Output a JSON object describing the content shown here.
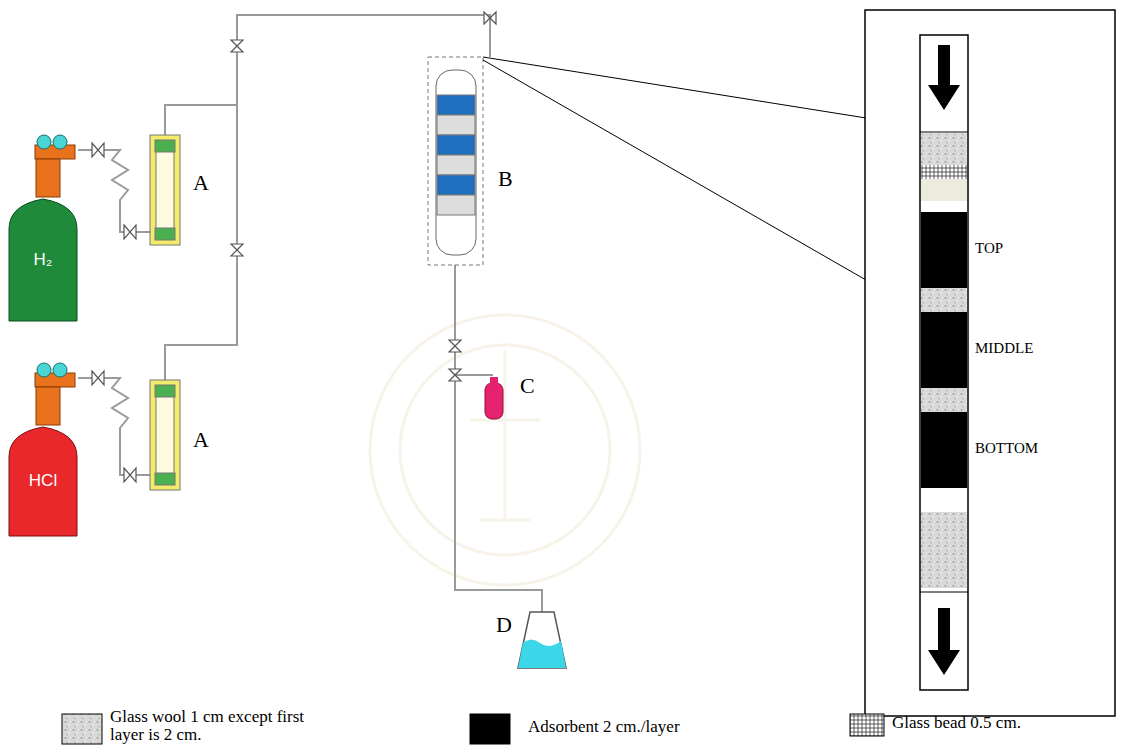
{
  "diagram": {
    "nodes": [
      {
        "text": [
          "H₂"
        ]
      },
      {
        "text": [
          "HCl"
        ]
      }
    ],
    "labels": [
      "A",
      "A",
      "B",
      "C",
      "D",
      "TOP",
      "MIDDLE",
      "BOTTOM"
    ],
    "legend": [
      {
        "text": "Glass wool 1 cm except first layer is 2 cm."
      },
      {
        "text": "Adsorbent 2 cm./layer"
      },
      {
        "text": "Glass bead 0.5 cm."
      }
    ]
  }
}
